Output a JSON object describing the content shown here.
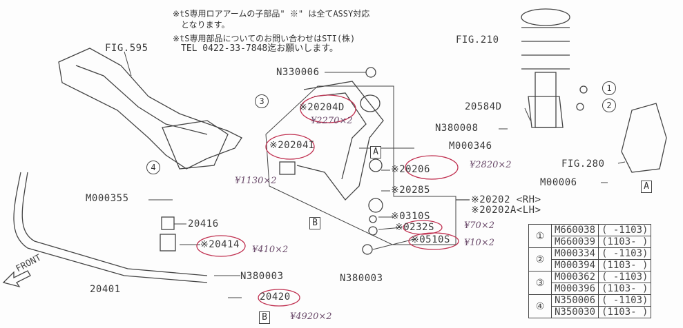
{
  "notes": {
    "line1": "※tS専用ロアアームの子部品\" ※\" は全てASSY対応",
    "line2": "となります。",
    "line3": "※tS専用部品についてのお問い合わせはSTI(株)",
    "line4": "TEL 0422-33-7848迄お願いします。"
  },
  "labels": {
    "fig595": "FIG.595",
    "fig210": "FIG.210",
    "fig280": "FIG.280",
    "n330006": "N330006",
    "p20204d": "※20204D",
    "p20204i": "※20204I",
    "p20206": "※20206",
    "p20285": "※20285",
    "p20202": "※20202 <RH>",
    "p20202a": "※20202A<LH>",
    "p0310s": "※0310S",
    "p0232s": "※0232S",
    "p0510s": "※0510S",
    "n380003a": "N380003",
    "n380003b": "N380003",
    "n380008": "N380008",
    "m000346": "M000346",
    "p20584d": "20584D",
    "m00006": "M00006",
    "m000355": "M000355",
    "p20416": "20416",
    "p20414": "※20414",
    "p20401": "20401",
    "p20420": "20420",
    "front": "FRONT"
  },
  "markers": {
    "a": "A",
    "b": "B",
    "c1": "1",
    "c2": "2",
    "c3": "3",
    "c4": "4"
  },
  "handwritten": {
    "h2270": "¥2270×2",
    "h1130": "¥1130×2",
    "h2820": "¥2820×2",
    "h70": "¥70×2",
    "h10": "¥10×2",
    "h410": "¥410×2",
    "h4920": "¥4920×2"
  },
  "parts_table": [
    {
      "ref": "1",
      "rows": [
        [
          "M660038",
          "( -1103)"
        ],
        [
          "M660039",
          "(1103- )"
        ]
      ]
    },
    {
      "ref": "2",
      "rows": [
        [
          "M000334",
          "( -1103)"
        ],
        [
          "M000394",
          "(1103- )"
        ]
      ]
    },
    {
      "ref": "3",
      "rows": [
        [
          "M000362",
          "( -1103)"
        ],
        [
          "M000396",
          "(1103- )"
        ]
      ]
    },
    {
      "ref": "4",
      "rows": [
        [
          "N350006",
          "( -1103)"
        ],
        [
          "N350030",
          "(1103- )"
        ]
      ]
    }
  ]
}
